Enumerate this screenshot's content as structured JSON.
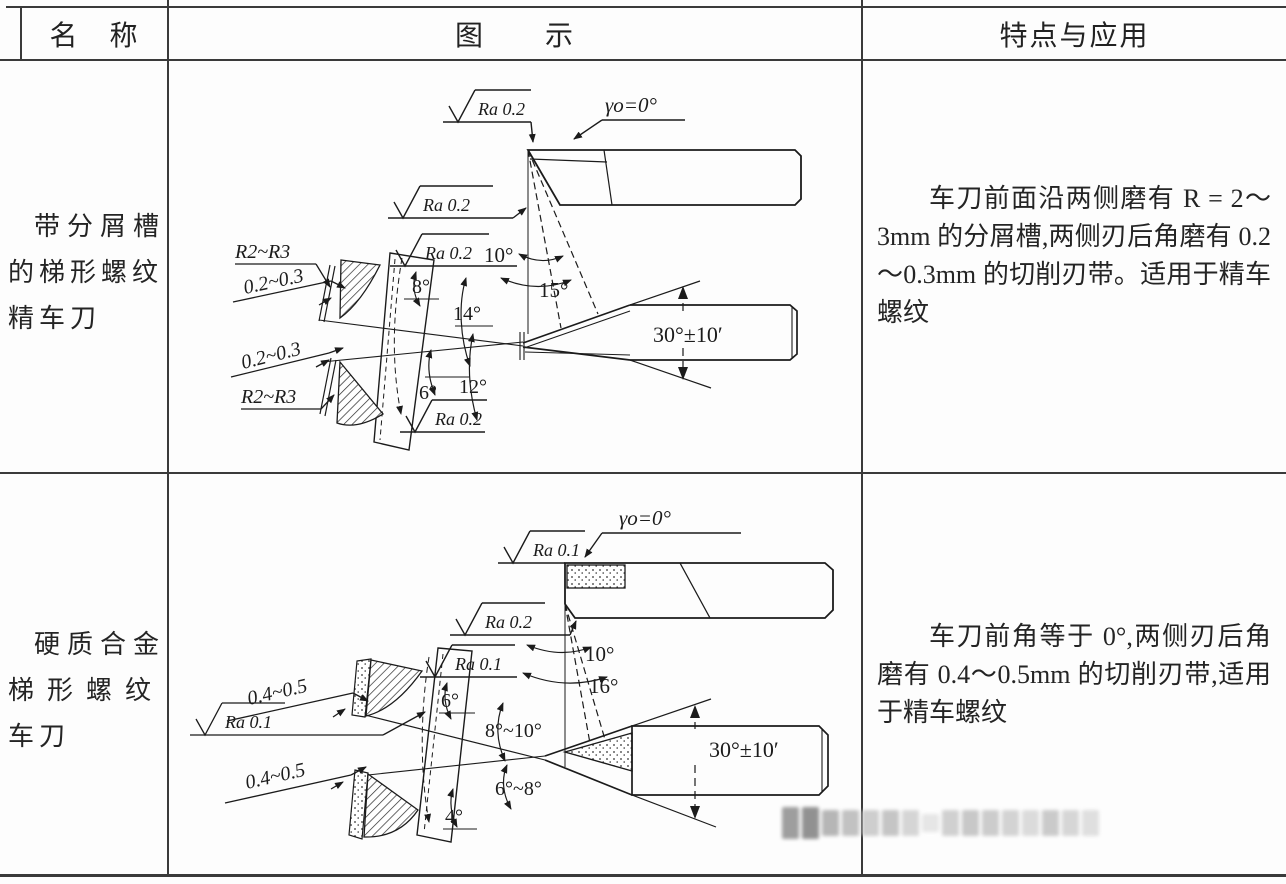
{
  "table": {
    "headers": {
      "name": "名　称",
      "illustration": "图　　示",
      "features": "特点与应用"
    },
    "rows": [
      {
        "name_lines": [
          "带分屑槽",
          "的梯形螺纹",
          "精车刀"
        ],
        "features": "车刀前面沿两侧磨有 R = 2～3mm 的分屑槽,两侧刃后角磨有 0.2～0.3mm 的切削刃带。适用于精车螺纹"
      },
      {
        "name_lines": [
          "硬质合金",
          "梯形螺纹",
          "车刀"
        ],
        "features": "车刀前角等于 0°,两侧刃后角磨有 0.4～0.5mm 的切削刃带,适用于精车螺纹"
      }
    ]
  },
  "figure1": {
    "ra_top": "Ra 0.2",
    "ra_mid": "Ra 0.2",
    "ra_low": "Ra 0.2",
    "ra_bottom": "Ra 0.2",
    "gamma": "γo=0°",
    "angle_10": "10°",
    "angle_15": "15°",
    "angle_8": "8°",
    "angle_14": "14°",
    "angle_6": "6°",
    "angle_12": "12°",
    "radius_top": "R2~R3",
    "radius_bottom": "R2~R3",
    "band_top": "0.2~0.3",
    "band_bottom": "0.2~0.3",
    "thread_angle": "30°±10′"
  },
  "figure2": {
    "ra_top": "Ra 0.1",
    "gamma": "γo=0°",
    "ra_mid": "Ra 0.2",
    "ra_low": "Ra 0.1",
    "ra_left": "Ra 0.1",
    "angle_10": "10°",
    "angle_16": "16°",
    "angle_6": "6°",
    "angle_8_10": "8°~10°",
    "angle_6_8": "6°~8°",
    "angle_4": "4°",
    "band_top": "0.4~0.5",
    "band_bottom": "0.4~0.5",
    "thread_angle": "30°±10′"
  },
  "watermark": {
    "style": "pixelated-blur",
    "blocks": [
      "#8e8e8e",
      "#7f7f7f",
      "#aaaaaa",
      "#b8b8b8",
      "#c6c6c6",
      "#bcbcbc",
      "#cfcfcf",
      "#e2e2e2",
      "#c9c9c9",
      "#bfbfbf",
      "#c4c4c4",
      "#cccccc",
      "#d6d6d6",
      "#c2c2c2",
      "#d0d0d0",
      "#dadada"
    ]
  }
}
